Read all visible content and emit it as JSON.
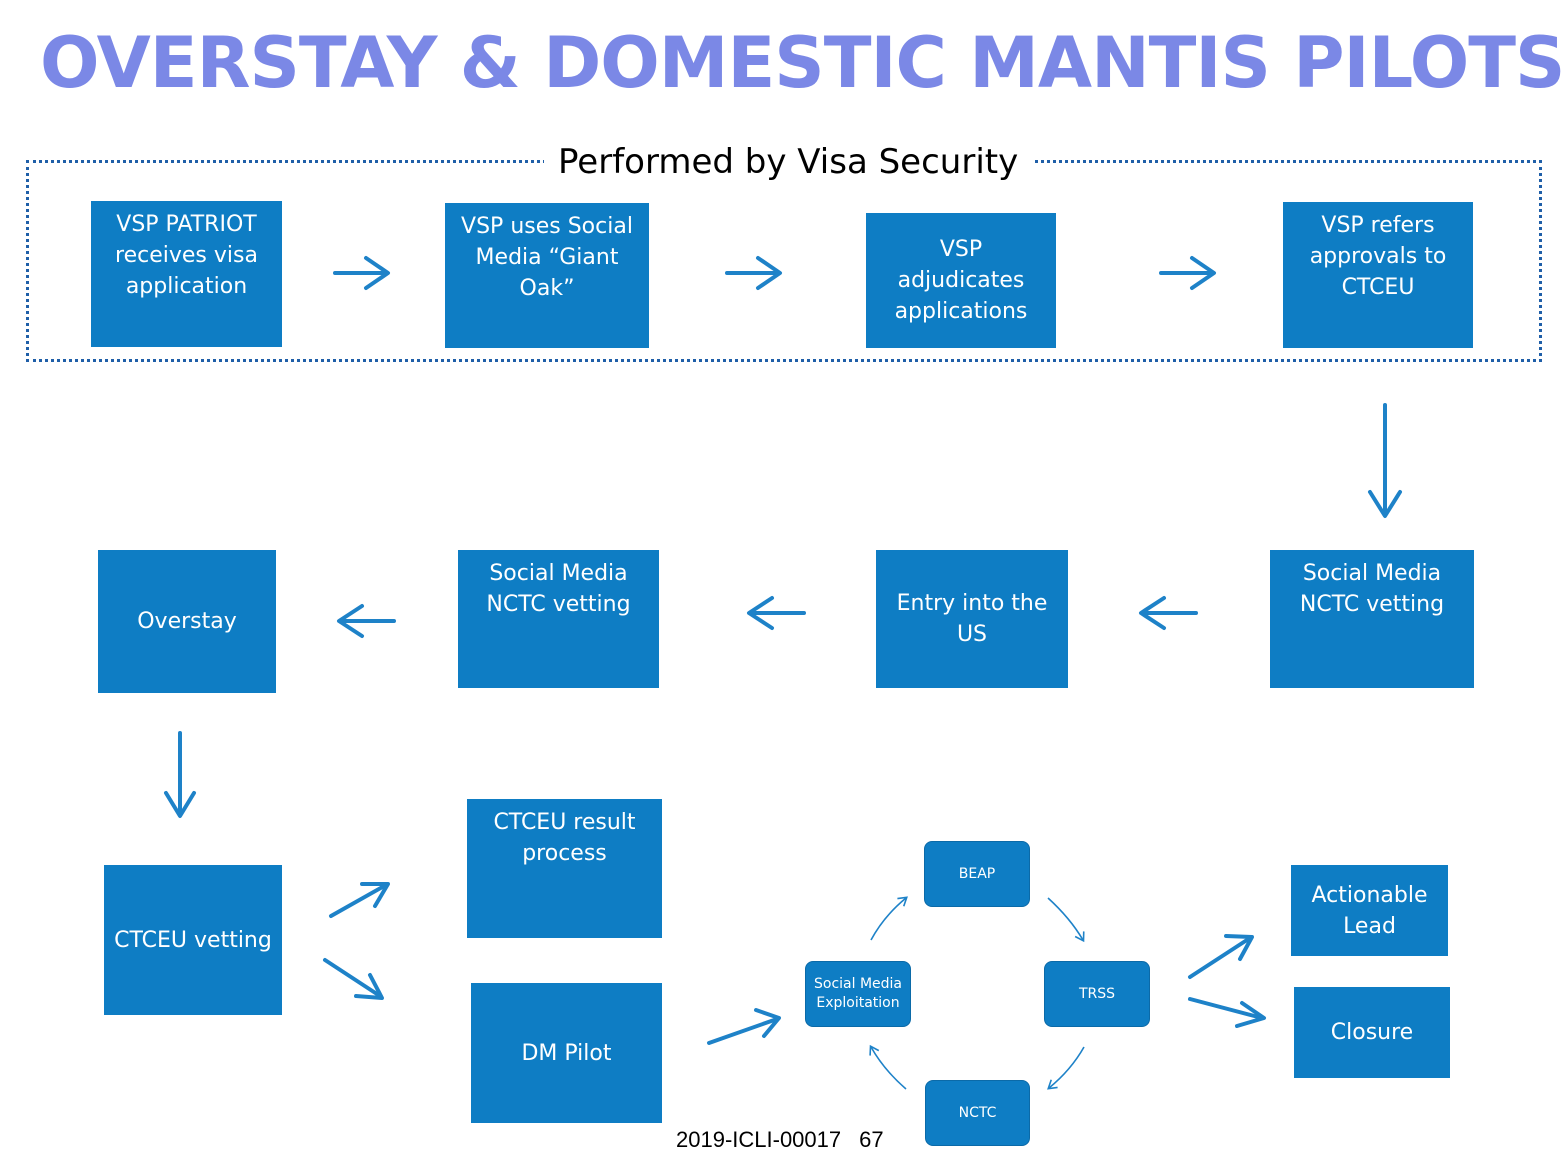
{
  "title": "OVERSTAY & DOMESTIC MANTIS PILOTS",
  "group_label": "Performed by Visa Security",
  "nodes": {
    "vsp_patriot": "VSP PATRIOT receives visa application",
    "giant_oak": "VSP uses Social Media “Giant Oak”",
    "adjudicates": "VSP adjudicates applications",
    "refers": "VSP refers approvals to CTCEU",
    "sm_nctc_right": "Social Media NCTC vetting",
    "entry": "Entry into the US",
    "sm_nctc_left": "Social  Media NCTC vetting",
    "overstay": "Overstay",
    "ctceu_vetting": "CTCEU vetting",
    "ctceu_result": "CTCEU result process",
    "dm_pilot": "DM Pilot",
    "beap": "BEAP",
    "sme": "Social Media Exploitation",
    "trss": "TRSS",
    "nctc": "NCTC",
    "actionable": "Actionable Lead",
    "closure": "Closure"
  },
  "footer": {
    "doc_id": "2019-ICLI-00017",
    "page": "67"
  },
  "colors": {
    "title": "#7b88e6",
    "box": "#0e7dc4",
    "arrow": "#1e82c8",
    "frame": "#1f5fa8"
  }
}
